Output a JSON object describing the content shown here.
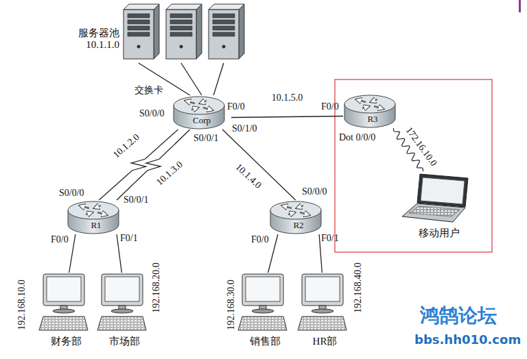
{
  "diagram": {
    "nodes": [
      {
        "text": [
          "服务器池 10.1.1.0"
        ]
      },
      {
        "text": [
          "Corp"
        ]
      },
      {
        "text": [
          "R3"
        ]
      },
      {
        "text": [
          "移动用户"
        ]
      },
      {
        "text": [
          "R1"
        ]
      },
      {
        "text": [
          "R2"
        ]
      },
      {
        "text": [
          "财务部"
        ]
      },
      {
        "text": [
          "市场部"
        ]
      },
      {
        "text": [
          "销售部"
        ]
      },
      {
        "text": [
          "HR部"
        ]
      }
    ],
    "edges": [
      {
        "from": 0,
        "to": 1,
        "arrow": "none"
      },
      {
        "from": 0,
        "to": 1,
        "arrow": "none"
      },
      {
        "from": 0,
        "to": 1,
        "arrow": "none"
      },
      {
        "from": 1,
        "to": 4,
        "label": "10.1.2.0",
        "arrow": "none"
      },
      {
        "from": 1,
        "to": 4,
        "label": "10.1.3.0",
        "arrow": "none"
      },
      {
        "from": 1,
        "to": 5,
        "label": "10.1.4.0",
        "arrow": "none"
      },
      {
        "from": 1,
        "to": 2,
        "label": "10.1.5.0",
        "arrow": "none"
      },
      {
        "from": 2,
        "to": 3,
        "label": "172.16.10.0",
        "arrow": "none"
      },
      {
        "from": 4,
        "to": 6,
        "arrow": "none"
      },
      {
        "from": 4,
        "to": 7,
        "arrow": "none"
      },
      {
        "from": 5,
        "to": 8,
        "arrow": "none"
      },
      {
        "from": 5,
        "to": 9,
        "arrow": "none"
      }
    ],
    "labels": [
      "交换卡",
      "S0/0/0",
      "F0/0",
      "S0/0/1",
      "S0/1/0",
      "F0/0",
      "Dot 0/0/0",
      "S0/0/0",
      "S0/0/1",
      "S0/0/0",
      "F0/0",
      "F0/1",
      "F0/0",
      "F0/1",
      "192.168.10.0",
      "192.168.20.0",
      "192.168.30.0",
      "192.168.40.0",
      "鸿鹄论坛",
      "bbs.hh010.com"
    ]
  }
}
